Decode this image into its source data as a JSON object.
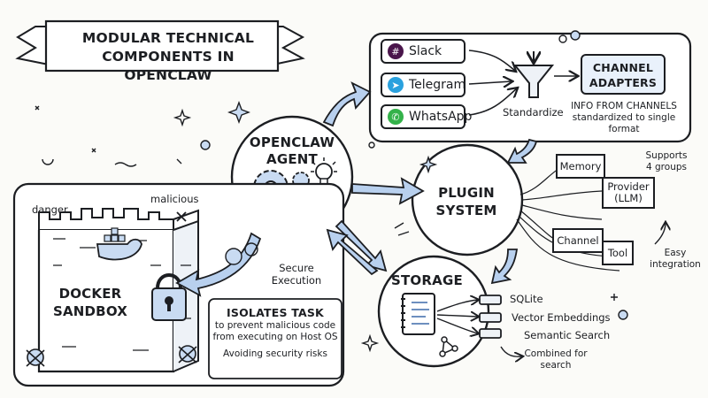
{
  "banner": {
    "line1": "MODULAR TECHNICAL",
    "line2": "COMPONENTS IN OPENCLAW"
  },
  "channels": {
    "items": [
      {
        "label": "Slack",
        "icon": "slack-icon",
        "color": "#4a154b"
      },
      {
        "label": "Telegram",
        "icon": "telegram-icon",
        "color": "#2aa1de"
      },
      {
        "label": "WhatsApp",
        "icon": "whatsapp-icon",
        "color": "#34b24a"
      }
    ],
    "standardize": "Standardize",
    "adapters_line1": "CHANNEL",
    "adapters_line2": "ADAPTERS",
    "note_line1": "INFO FROM CHANNELS",
    "note_line2": "standardized to single",
    "note_line3": "format"
  },
  "agent": {
    "line1": "OPENCLAW",
    "line2": "AGENT"
  },
  "plugin": {
    "line1": "PLUGIN",
    "line2": "SYSTEM",
    "pieces": {
      "memory": "Memory",
      "provider_line1": "Provider",
      "provider_line2": "(LLM)",
      "channel": "Channel",
      "tool": "Tool"
    },
    "supports_line1": "Supports",
    "supports_line2": "4 groups",
    "easy_line1": "Easy",
    "easy_line2": "integration"
  },
  "storage": {
    "title": "STORAGE",
    "items": [
      "SQLite",
      "Vector Embeddings",
      "Semantic Search"
    ],
    "combined_line1": "Combined for",
    "combined_line2": "search"
  },
  "docker": {
    "line1": "DOCKER",
    "line2": "SANDBOX",
    "danger": "danger",
    "malicious": "malicious",
    "secure_line1": "Secure",
    "secure_line2": "Execution",
    "isolates_title": "ISOLATES TASK",
    "isolates_line1": "to prevent malicious code",
    "isolates_line2": "from executing on Host OS",
    "avoid": "Avoiding security risks"
  },
  "colors": {
    "accent_blue": "#c9dbf2",
    "arrow_blue": "#b8d0ee",
    "ink": "#1c1e22"
  }
}
